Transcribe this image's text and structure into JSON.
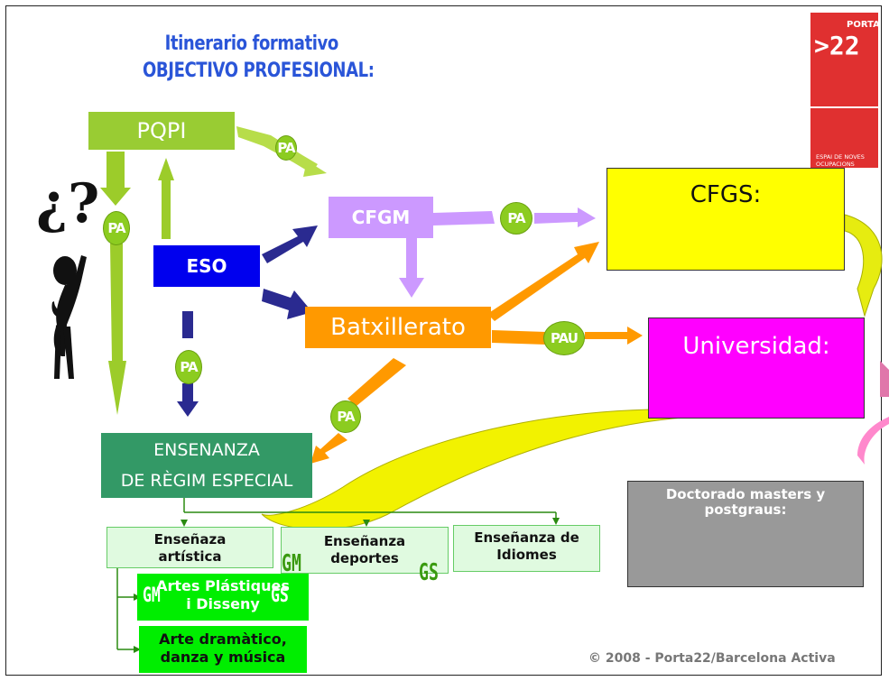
{
  "title": {
    "line1": "Itinerario formativo",
    "line2": "OBJECTIVO PROFESIONAL:"
  },
  "logo": {
    "top": "PORTA",
    "number": ">22",
    "line1": "ESPAI DE NOVES",
    "line2": "OCUPACIONS"
  },
  "nodes": {
    "pqpi": "PQPI",
    "eso": "ESO",
    "cfgm": "CFGM",
    "batxillerato": "Batxillerato",
    "cfgs": "CFGS:",
    "universidad": "Universidad:",
    "ensenanza_line1": "ENSENANZA",
    "ensenanza_line2": "DE RÈGIM ESPECIAL",
    "doctorado_line1": "Doctorado masters y",
    "doctorado_line2": "postgraus:",
    "artistica_line1": "Enseñaza",
    "artistica_line2": "artística",
    "deportes_line1": "Enseñanza",
    "deportes_line2": "deportes",
    "idiomes_line1": "Enseñanza de",
    "idiomes_line2": "Idiomes",
    "artes_line1": "Artes Plástiques",
    "artes_line2": "i Disseny",
    "dramatico_line1": "Arte dramàtico,",
    "dramatico_line2": "danza y música"
  },
  "badges": {
    "pa": "PA",
    "pau": "PAU",
    "gm": "GM",
    "gs": "GS"
  },
  "question": "¿?",
  "footer": "© 2008 - Porta22/Barcelona Activa",
  "colors": {
    "lime": "#99cc33",
    "blue": "#0000ee",
    "lilac": "#cc99ff",
    "orange": "#ff9900",
    "yellow": "#ffff00",
    "magenta": "#ff00ff",
    "darkgreen": "#339966",
    "gray": "#999999",
    "red": "#e03030"
  }
}
